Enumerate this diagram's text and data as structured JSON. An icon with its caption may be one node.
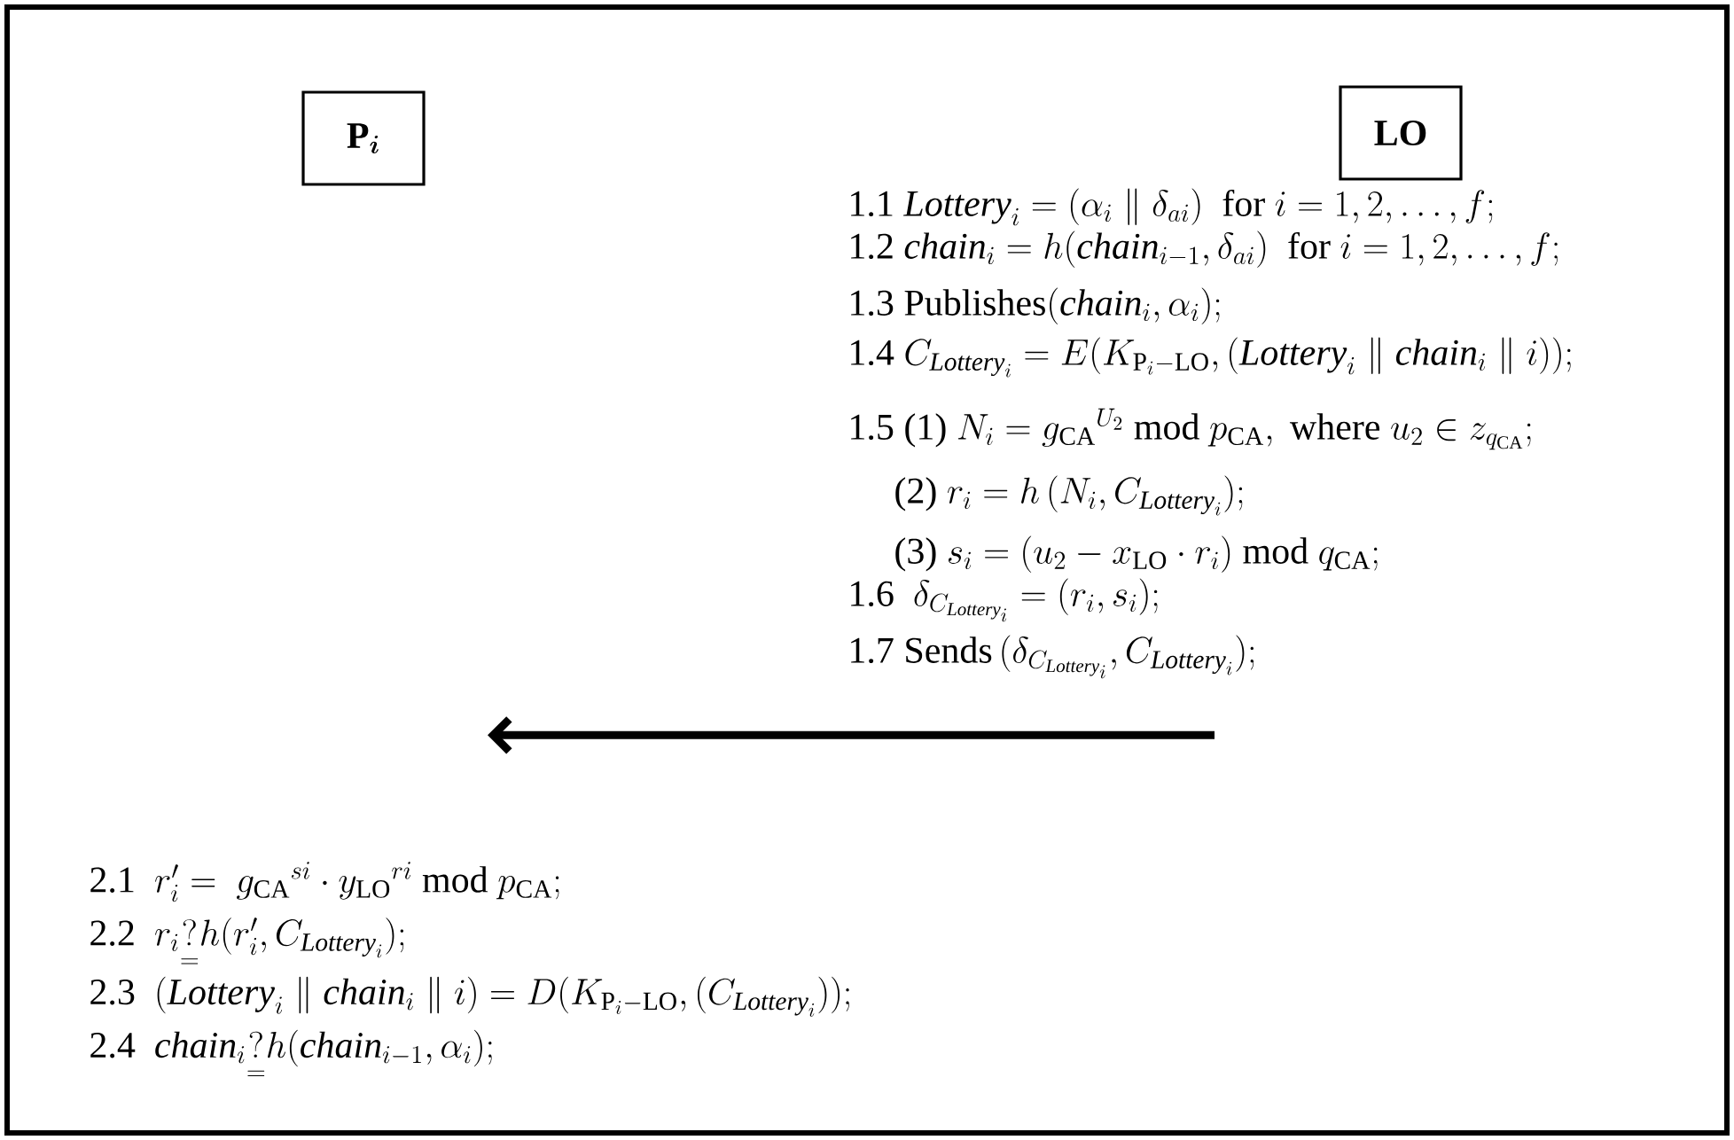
{
  "diagram": {
    "nodes": [
      {
        "text": [
          "\\mathbf{P}_{\\boldsymbol{i}}"
        ]
      },
      {
        "text": [
          "LO"
        ]
      },
      {
        "text": [
          "\\text{1.1 }\\mathit{Lottery}_i=(\\alpha_i\\parallel\\delta_{ai})\\ \\text{ for }i=1,2,\\ldots,f;",
          "\\text{1.2 }\\mathit{chain}_i=h(\\mathit{chain}_{i-1},\\delta_{ai})\\ \\text{ for }i=1,2,\\ldots,f;",
          "\\text{1.3 Publishes}(\\mathit{chain}_i,\\alpha_i);",
          "\\text{1.4 }C_{\\mathit{Lottery}_i}=E(K_{\\mathrm{P}_i-\\mathrm{LO}},(\\mathit{Lottery}_i\\parallel\\mathit{chain}_i\\parallel i));",
          "\\text{1.5 (1) }N_i=g_{\\mathrm{CA}}{}^{U_2}\\ \\mathrm{mod}\\ p_{\\mathrm{CA}},\\text{ where }u_2\\in z_{q_{\\mathrm{CA}}};",
          "\\text{(2) }r_i=h\\,(N_i,C_{\\mathit{Lottery}_i});",
          "\\text{(3) }s_i=(u_2-x_{\\mathrm{LO}}\\cdot r_i)\\ \\mathrm{mod}\\ q_{\\mathrm{CA}};",
          "\\text{1.6 }\\ \\delta_{C_{\\mathit{Lottery}_i}}=(r_i,s_i);",
          "\\text{1.7 Sends}\\,(\\delta_{C_{\\mathit{Lottery}_i}},C_{\\mathit{Lottery}_i});"
        ]
      },
      {
        "text": [
          "\\text{2.1 }\\ r_i'=\\ g_{\\mathrm{CA}}{}^{si}\\cdot y_{\\mathrm{LO}}{}^{ri}\\ \\mathrm{mod}\\ p_{\\mathrm{CA}};",
          "\\text{2.2 }\\ r_i\\underset{=}{?}h(r_i',C_{\\mathit{Lottery}_i});",
          "\\text{2.3 }\\ (\\mathit{Lottery}_i\\parallel\\mathit{chain}_i\\parallel i)=D(K_{\\mathrm{P}_i-\\mathrm{LO}},(C_{\\mathit{Lottery}_i}));",
          "\\text{2.4 }\\ \\mathit{chain}_i\\underset{=}{?}h(\\mathit{chain}_{i-1},\\alpha_i);"
        ]
      }
    ],
    "edges": [
      {
        "from": 2,
        "to": 3,
        "arrow": "to"
      }
    ]
  }
}
